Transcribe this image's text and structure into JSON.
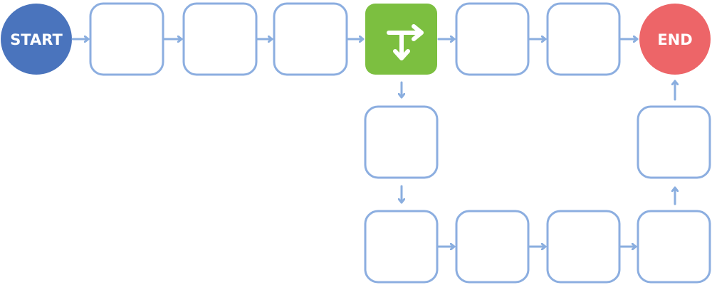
{
  "diagram": {
    "start_label": "START",
    "end_label": "END",
    "colors": {
      "start": "#4a74bd",
      "end": "#ed6568",
      "decision": "#7cbf40",
      "stroke": "#8caee0",
      "connector": "#8aaedf"
    },
    "decision_icon": "split-path-arrows-icon",
    "main_path_steps": 6,
    "branch_path_steps": 6
  }
}
